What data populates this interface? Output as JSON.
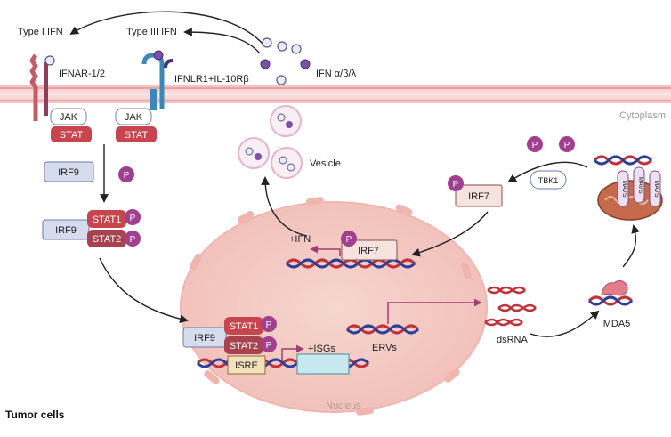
{
  "labels": {
    "type1_ifn": "Type I IFN",
    "type3_ifn": "Type III IFN",
    "ifnar": "IFNAR-1/2",
    "ifnlr": "IFNLR1+IL-10Rβ",
    "ifn_abl": "IFN α/β/λ",
    "cytoplasm": "Cytoplasm",
    "jak": "JAK",
    "stat": "STAT",
    "irf9": "IRF9",
    "p": "P",
    "stat1": "STAT1",
    "stat2": "STAT2",
    "vesicle": "Vesicle",
    "plus_ifn": "+IFN",
    "irf7": "IRF7",
    "tbk1": "TBK1",
    "mavs": "MAVS",
    "isre": "ISRE",
    "plus_isgs": "+ISGs",
    "ervs": "ERVs",
    "dsrna": "dsRNA",
    "mda5": "MDA5",
    "nucleus": "Nucleus",
    "tumor_cells": "Tumor cells"
  },
  "colors": {
    "membrane": "#f2b6b6",
    "nucleus_fill": "#f7d0cb",
    "jak_box": "#ffffff",
    "stat_red": "#c9454d",
    "irf_blue": "#d6dcee",
    "p_purple": "#a0408f",
    "dna_red": "#c0313a",
    "dna_blue": "#2c3f99",
    "arrow": "#333333",
    "ligand": "#7a5aa6",
    "pink_arrow": "#a23c74"
  }
}
